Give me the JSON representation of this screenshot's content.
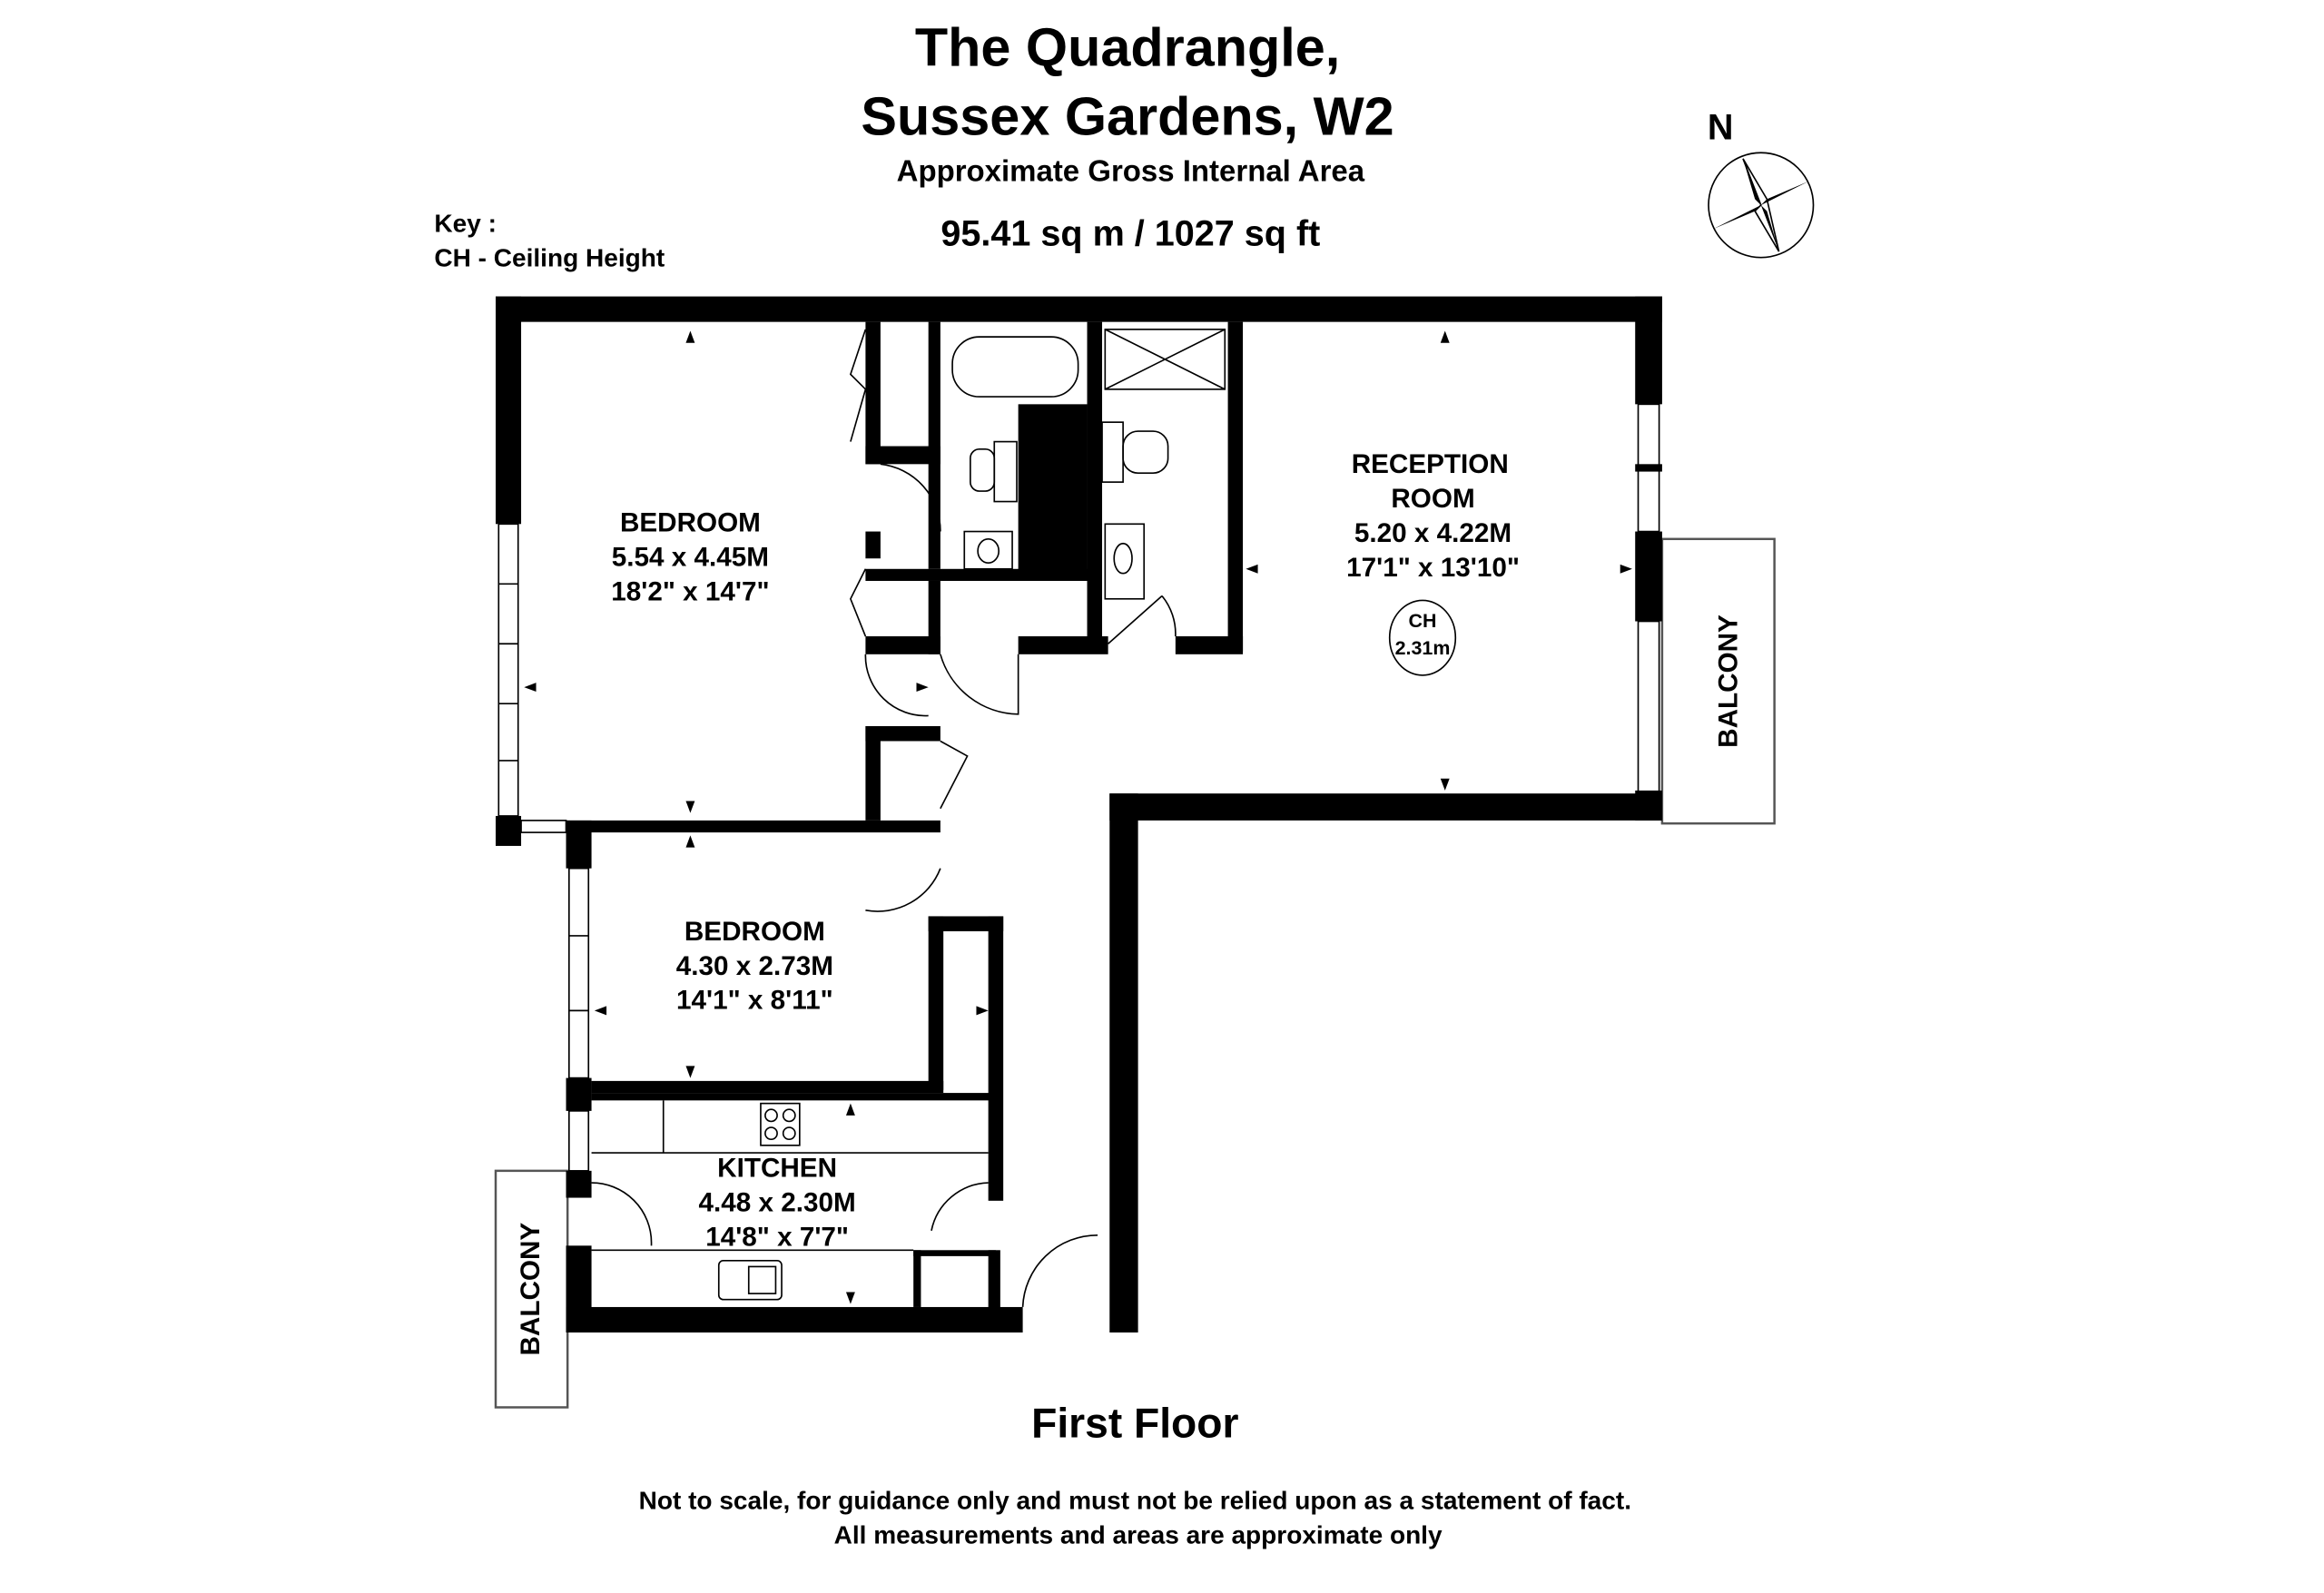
{
  "header": {
    "title_line1": "The Quadrangle,",
    "title_line2": "Sussex Gardens, W2",
    "subtitle": "Approximate Gross Internal Area",
    "area": "95.41 sq m /  1027 sq ft"
  },
  "key": {
    "title": "Key :",
    "entry": "CH - Ceiling Height"
  },
  "compass": {
    "label": "N"
  },
  "rooms": [
    {
      "name": "BEDROOM",
      "metric": "5.54 x 4.45M",
      "imperial": "18'2\" x 14'7\""
    },
    {
      "name_line1": "RECEPTION",
      "name_line2": "ROOM",
      "metric": "5.20 x 4.22M",
      "imperial": "17'1\" x 13'10\""
    },
    {
      "name": "BEDROOM",
      "metric": "4.30 x 2.73M",
      "imperial": "14'1\" x 8'11\""
    },
    {
      "name": "KITCHEN",
      "metric": "4.48 x 2.30M",
      "imperial": "14'8\" x 7'7\""
    }
  ],
  "ceiling": {
    "label": "CH",
    "value": "2.31m"
  },
  "balconies": [
    "BALCONY",
    "BALCONY"
  ],
  "floor_label": "First Floor",
  "disclaimer": {
    "line1": "Not to scale, for guidance only and must not be relied upon as a statement of fact.",
    "line2": "All measurements and areas are approximate only"
  }
}
